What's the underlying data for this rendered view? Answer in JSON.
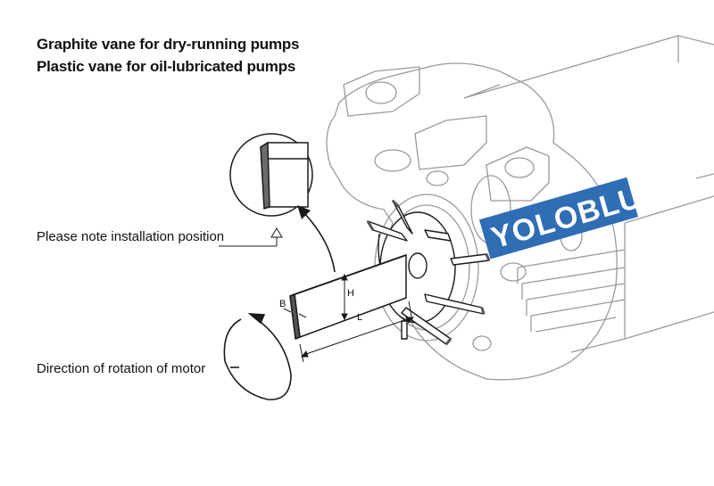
{
  "title_line_1": "Graphite vane for dry-running pumps",
  "title_line_2": "Plastic vane for oil-lubricated pumps",
  "callouts": {
    "installation": "Please note installation position",
    "rotation": "Direction of rotation of motor"
  },
  "dimensions": {
    "height": "H",
    "length": "L",
    "width": "B"
  },
  "watermark": "YOLOBLUE",
  "colors": {
    "line": "#1a1a1a",
    "housing": "#9a9a9a",
    "vane_edge": "#555555",
    "watermark": "#2f6db5"
  }
}
